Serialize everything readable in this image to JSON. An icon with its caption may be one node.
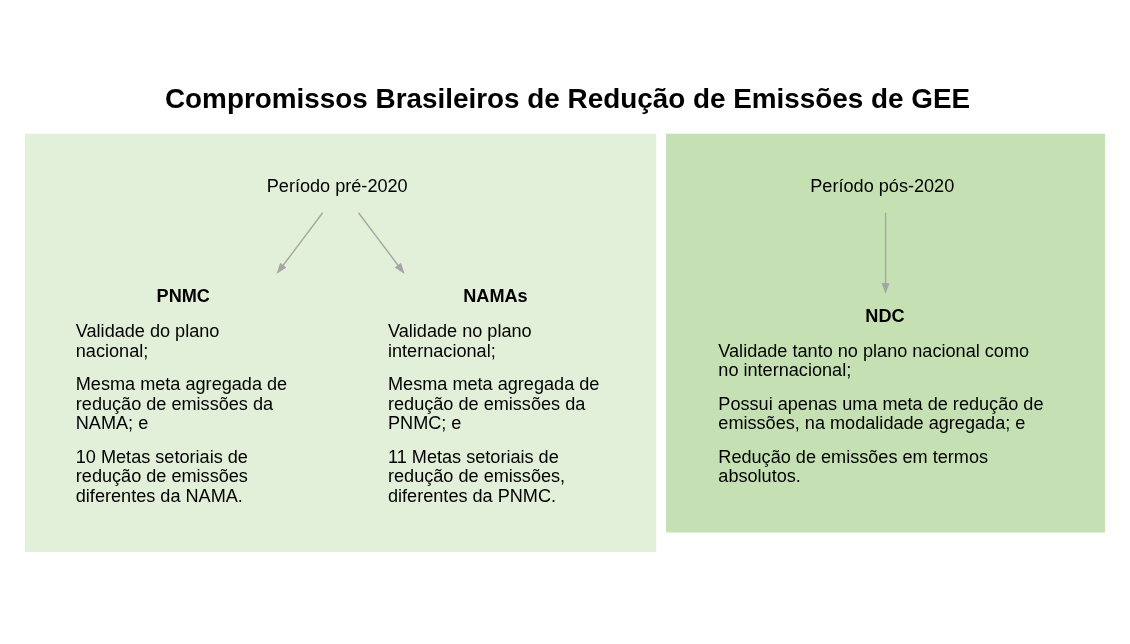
{
  "diagram": {
    "title": "Compromissos Brasileiros de Redução de Emissões de GEE",
    "nodes": [
      {
        "text": [],
        "shape": "box"
      },
      {
        "text": [],
        "shape": "box"
      },
      {
        "text": [
          "Período pré-2020"
        ],
        "in": 0
      },
      {
        "text": [
          "PNMC",
          "Validade do plano nacional;",
          "Mesma meta agregada de redução de emissões da NAMA; e",
          "10 Metas setoriais de redução de emissões diferentes da NAMA."
        ],
        "in": 0
      },
      {
        "text": [
          "NAMAs",
          "Validade no plano internacional;",
          "Mesma meta agregada de redução de emissões da PNMC; e",
          "11 Metas setoriais de redução de emissões, diferentes da PNMC."
        ],
        "in": 0
      },
      {
        "text": [
          "Período pós-2020"
        ],
        "in": 1
      },
      {
        "text": [
          "NDC",
          "Validade tanto no plano nacional como no internacional;",
          "Possui apenas uma meta de redução de emissões, na modalidade agregada; e",
          "Redução de emissões em termos absolutos."
        ],
        "in": 1
      }
    ],
    "edges": [
      {
        "from": 2,
        "to": 3,
        "arrow": "to"
      },
      {
        "from": 2,
        "to": 4,
        "arrow": "to"
      },
      {
        "from": 5,
        "to": 6,
        "arrow": "to"
      }
    ]
  }
}
